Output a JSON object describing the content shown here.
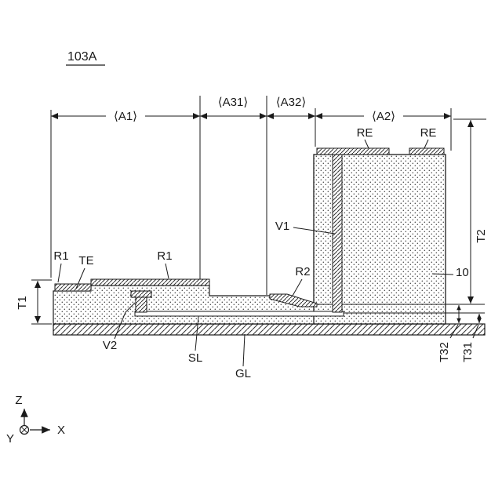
{
  "figure": {
    "title": "103A"
  },
  "dims": {
    "a1": "⟨A1⟩",
    "a31": "⟨A31⟩",
    "a32": "⟨A32⟩",
    "a2": "⟨A2⟩",
    "t1": "T1",
    "t2": "T2",
    "t31": "T31",
    "t32": "T32"
  },
  "labels": {
    "re_left": "RE",
    "re_right": "RE",
    "v1": "V1",
    "ref_10": "10",
    "r1_left": "R1",
    "te": "TE",
    "r1_center": "R1",
    "r2": "R2",
    "v2": "V2",
    "sl": "SL",
    "gl": "GL"
  },
  "axes": {
    "x": "X",
    "y": "Y",
    "z": "Z"
  },
  "colors": {
    "line": "#1a1a1a",
    "background": "#ffffff"
  }
}
